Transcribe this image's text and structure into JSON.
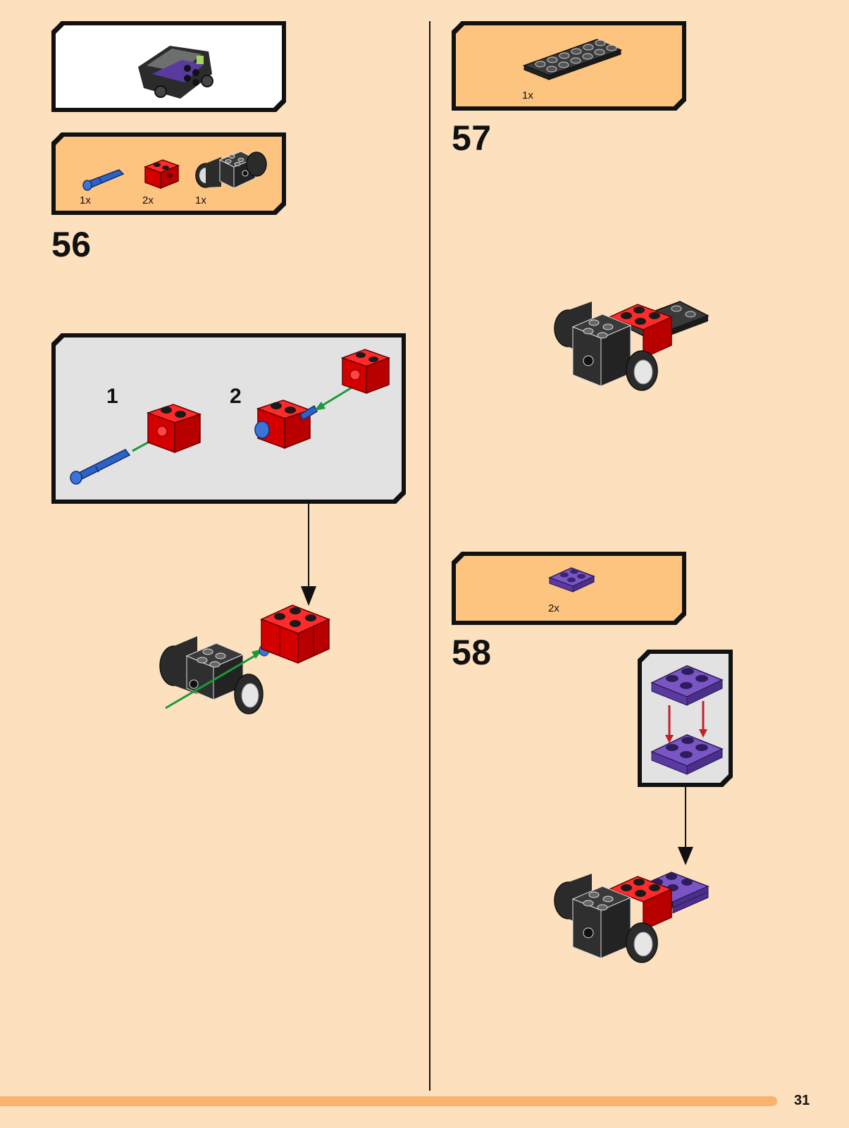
{
  "page": {
    "number": "31",
    "colors": {
      "background": "#fde0bd",
      "parts_box": "#fcc47f",
      "callout_box": "#e2e2e2",
      "footer_bar": "#f9b36d",
      "brick_red": "#d40000",
      "brick_black": "#2b2b2b",
      "pin_blue": "#2c62c5",
      "plate_purple": "#6f4bb5",
      "arrow_green": "#1b9a3a",
      "arrow_red": "#c4202a"
    }
  },
  "left_column": {
    "preview_box": {
      "icon": "assembled-chassis-icon"
    },
    "step56": {
      "number": "56",
      "parts": [
        {
          "icon": "blue-pin-icon",
          "qty": "1x"
        },
        {
          "icon": "red-technic-brick-icon",
          "qty": "2x"
        },
        {
          "icon": "black-wheel-holder-icon",
          "qty": "1x"
        }
      ],
      "substeps": [
        "1",
        "2"
      ]
    }
  },
  "right_column": {
    "step57": {
      "number": "57",
      "parts": [
        {
          "icon": "black-plate-2x6-icon",
          "qty": "1x"
        }
      ]
    },
    "step58": {
      "number": "58",
      "parts": [
        {
          "icon": "purple-plate-2x2-icon",
          "qty": "2x"
        }
      ]
    }
  }
}
